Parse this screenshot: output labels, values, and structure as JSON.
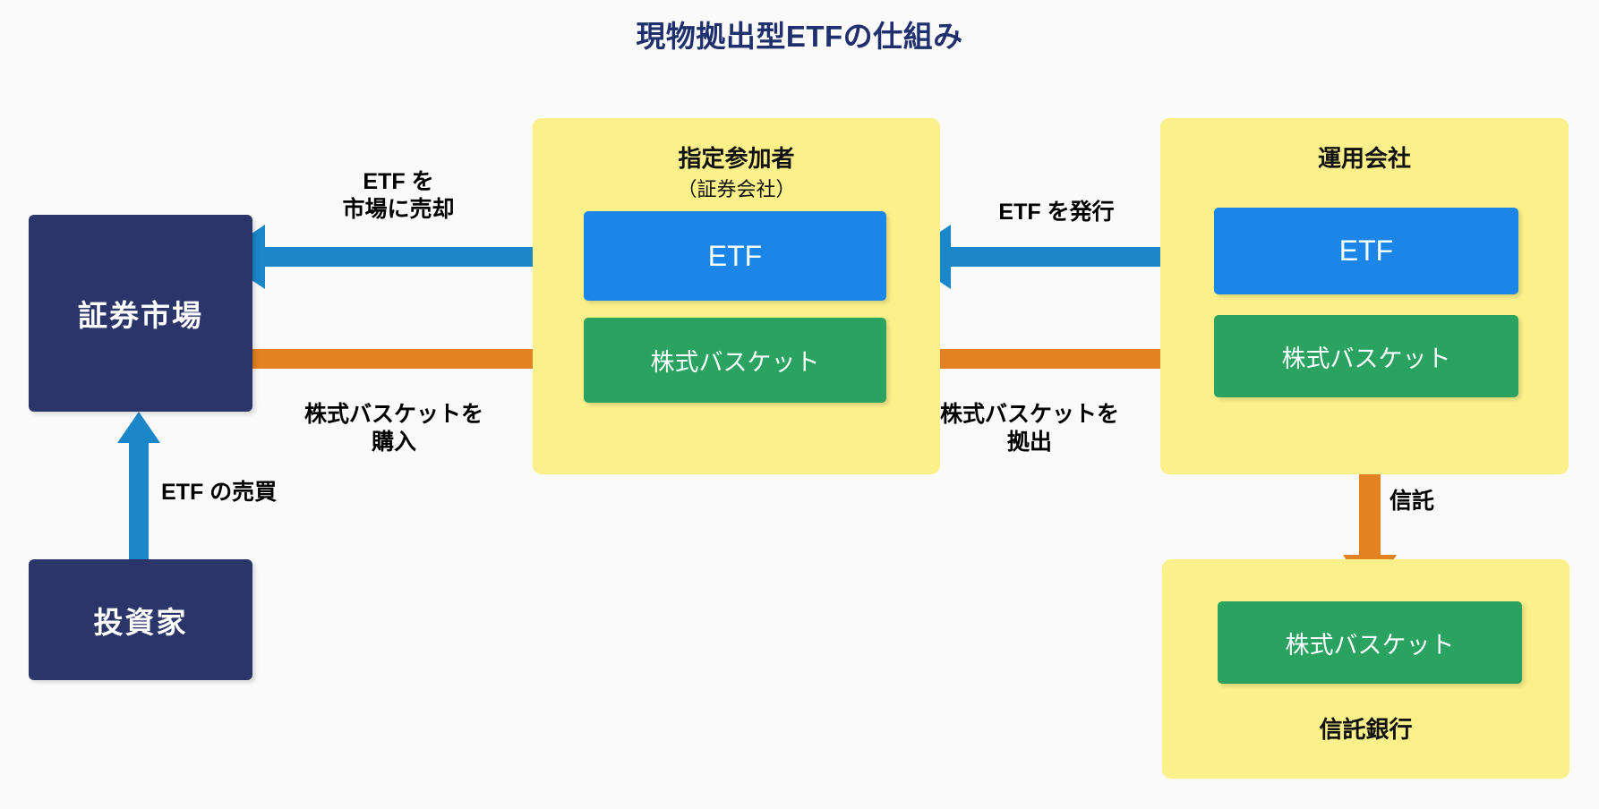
{
  "title": "現物拠出型ETFの仕組み",
  "colors": {
    "background": "#fafafa",
    "title": "#20306e",
    "navy": "#2b3569",
    "yellow_panel": "#fbf08a",
    "blue": "#1b86e8",
    "green": "#2aa260",
    "orange_arrow": "#e28222",
    "blue_arrow": "#1b86c8",
    "label_text": "#000000"
  },
  "nodes": {
    "securities_market": {
      "label": "証券市場"
    },
    "investor": {
      "label": "投資家"
    },
    "designated_participant": {
      "title": "指定参加者",
      "subtitle": "（証券会社）",
      "etf_box": "ETF",
      "basket_box": "株式バスケット"
    },
    "asset_manager": {
      "title": "運用会社",
      "etf_box": "ETF",
      "basket_box": "株式バスケット"
    },
    "trust_bank": {
      "footer": "信託銀行",
      "basket_box": "株式バスケット"
    }
  },
  "arrows": {
    "etf_sell_to_market": {
      "label": "ETF を\n市場に売却",
      "color": "#1b86c8",
      "direction": "left"
    },
    "etf_issue": {
      "label": "ETF を発行",
      "color": "#1b86c8",
      "direction": "left"
    },
    "buy_basket": {
      "label": "株式バスケットを\n購入",
      "color": "#e28222",
      "direction": "right"
    },
    "contribute_basket": {
      "label": "株式バスケットを\n拠出",
      "color": "#e28222",
      "direction": "right"
    },
    "trust": {
      "label": "信託",
      "color": "#e28222",
      "direction": "down"
    },
    "etf_trading": {
      "label": "ETF の売買",
      "color": "#1b86c8",
      "direction": "both-vertical"
    }
  }
}
